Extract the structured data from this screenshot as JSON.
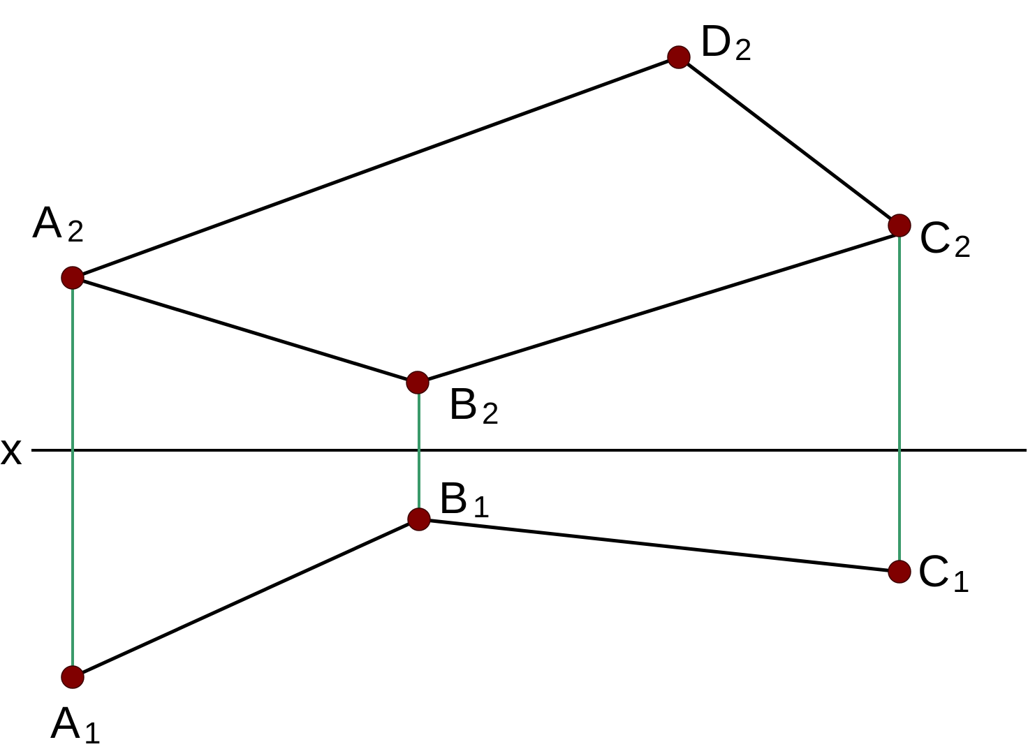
{
  "diagram": {
    "axis": {
      "label": "x"
    },
    "colors": {
      "edge": "#000000",
      "projector": "#3a9a6a",
      "point": "#800000"
    },
    "points": {
      "A2": {
        "letter": "A",
        "index": "2"
      },
      "B2": {
        "letter": "B",
        "index": "2"
      },
      "C2": {
        "letter": "C",
        "index": "2"
      },
      "D2": {
        "letter": "D",
        "index": "2"
      },
      "A1": {
        "letter": "A",
        "index": "1"
      },
      "B1": {
        "letter": "B",
        "index": "1"
      },
      "C1": {
        "letter": "C",
        "index": "1"
      }
    }
  }
}
